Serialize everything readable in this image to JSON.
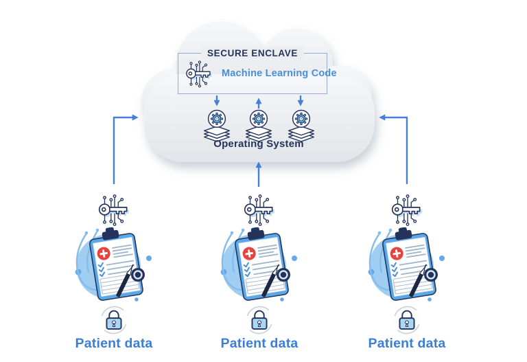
{
  "title": "Secure enclave machine learning diagram",
  "cloud": {
    "enclave_label": "SECURE ENCLAVE",
    "ml_label": "Machine Learning Code",
    "os_label": "Operating System"
  },
  "sources": [
    {
      "label": "Patient data"
    },
    {
      "label": "Patient data"
    },
    {
      "label": "Patient data"
    }
  ],
  "icons": {
    "key": "circuit-key-icon",
    "gear_stack": "gear-stack-icon",
    "padlock": "padlock-icon",
    "clipboard": "medical-clipboard-illustration",
    "arrow": "arrow-connector"
  },
  "colors": {
    "navy": "#24335c",
    "ml_blue": "#4a8fd6",
    "patient_blue": "#3b7ed8",
    "arrow_blue": "#4480d8",
    "box_border": "#93abd8",
    "cloud_fill": "#ebedf0",
    "circle_bg": "#9fcef2",
    "icon_blue": "#70b8e8",
    "red": "#e8433e"
  }
}
